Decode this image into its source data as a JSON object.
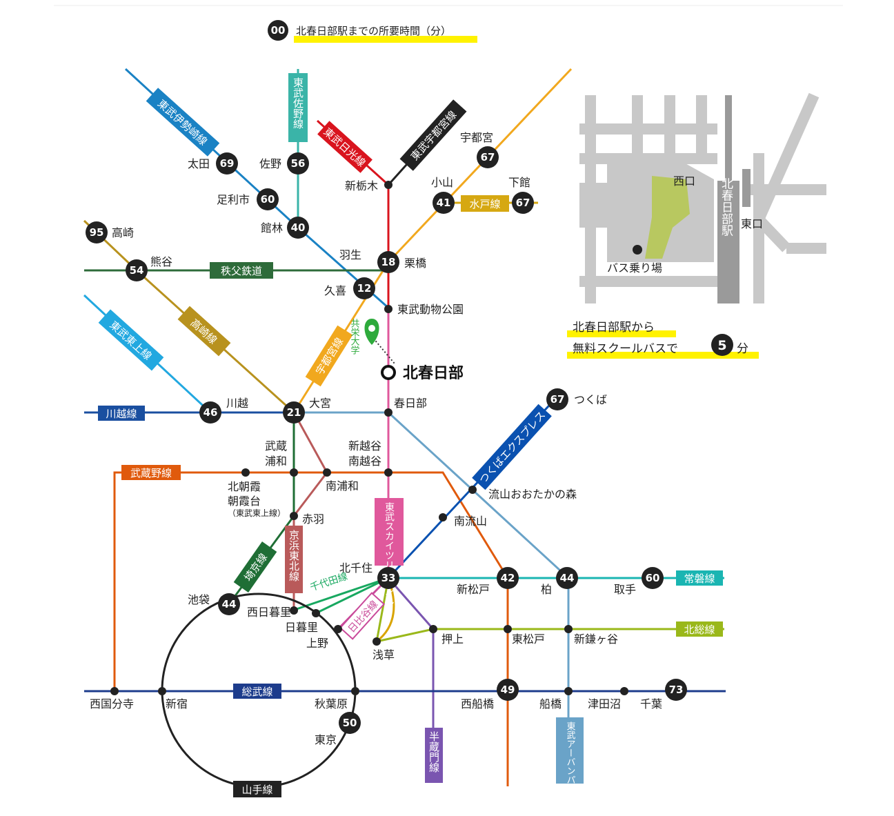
{
  "legend": {
    "badge": "00",
    "text": "北春日部駅までの所要時間（分）"
  },
  "destination": {
    "name": "北春日部",
    "university": "共栄大学"
  },
  "info": {
    "line1": "北春日部駅から",
    "line2_a": "無料スクールバスで",
    "minutes": "5",
    "line2_b": "分"
  },
  "inset": {
    "station_vertical": "北春日部駅",
    "west_exit": "西口",
    "east_exit": "東口",
    "bus_stop": "バス乗り場"
  },
  "colors": {
    "isesaki": "#1a82c4",
    "sano": "#3ab4a8",
    "nikko": "#d9141e",
    "utsunomiya": "#222222",
    "utsunomiya_jr": "#f1a81e",
    "mito": "#d6a812",
    "takasaki": "#b8921e",
    "chichibu": "#2e6b3a",
    "tojo": "#22a8e0",
    "kawagoe": "#1a4fa0",
    "musashino": "#e05a0c",
    "saikyo": "#1f6e35",
    "keihin": "#b95a5a",
    "skytree": "#e0589c",
    "tsukuba": "#0a51b0",
    "urban": "#6aa3c8",
    "joban": "#1ab5b2",
    "hokuso": "#9ab81a",
    "sobu": "#1d3c8c",
    "hanzomon": "#7a55b0",
    "hibiya": "#c94a9a",
    "chiyoda": "#18a860",
    "yamanote": "#222222",
    "ginza": "#d9a400",
    "dark_node": "#222222",
    "highlight": "#fff200",
    "inset_gray": "#c8c8c8",
    "inset_dark": "#9a9a9a",
    "inset_green": "#b8c860",
    "pin": "#2eaa3c"
  },
  "lines": {
    "isesaki": "東武伊勢崎線",
    "sano": "東武佐野線",
    "nikko": "東武日光線",
    "utsunomiya_tobu": "東武宇都宮線",
    "mito": "水戸線",
    "chichibu": "秩父鉄道",
    "takasaki": "高崎線",
    "tojo": "東武東上線",
    "utsunomiya_jr": "宇都宮線",
    "kawagoe": "川越線",
    "musashino": "武蔵野線",
    "saikyo": "埼京線",
    "keihin": "京浜東北線",
    "skytree": "東武スカイツリーライン",
    "tsukuba": "つくばエクスプレス",
    "chiyoda": "千代田線",
    "hibiya": "日比谷線",
    "joban": "常磐線",
    "hokuso": "北総線",
    "sobu": "総武線",
    "hanzomon": "半蔵門線",
    "urban": "東武アーバンパークライン",
    "yamanote": "山手線"
  },
  "stations": {
    "ota": {
      "name": "太田",
      "min": "69"
    },
    "sano": {
      "name": "佐野",
      "min": "56"
    },
    "ashikaga": {
      "name": "足利市",
      "min": "60"
    },
    "tatebayashi": {
      "name": "館林",
      "min": "40"
    },
    "takasaki": {
      "name": "高崎",
      "min": "95"
    },
    "kumagaya": {
      "name": "熊谷",
      "min": "54"
    },
    "hanyu": {
      "name": "羽生"
    },
    "kuki": {
      "name": "久喜",
      "min": "12"
    },
    "kurihashi": {
      "name": "栗橋",
      "min": "18"
    },
    "shintochigi": {
      "name": "新栃木"
    },
    "utsunomiya": {
      "name": "宇都宮",
      "min": "67"
    },
    "oyama": {
      "name": "小山",
      "min": "41"
    },
    "shimodate": {
      "name": "下館",
      "min": "67"
    },
    "dobutsu": {
      "name": "東武動物公園"
    },
    "kawagoe": {
      "name": "川越",
      "min": "46"
    },
    "omiya": {
      "name": "大宮",
      "min": "21"
    },
    "kasukabe": {
      "name": "春日部"
    },
    "musashiurawa_1": {
      "name": "武蔵"
    },
    "musashiurawa_2": {
      "name": "浦和"
    },
    "shinkoshigaya_1": {
      "name": "新越谷"
    },
    "shinkoshigaya_2": {
      "name": "南越谷"
    },
    "kitaasaka_1": {
      "name": "北朝霞"
    },
    "kitaasaka_2": {
      "name": "朝霞台"
    },
    "kitaasaka_3": {
      "name": "（東武東上線）"
    },
    "minamiurawa": {
      "name": "南浦和"
    },
    "akabane": {
      "name": "赤羽"
    },
    "tsukuba": {
      "name": "つくば",
      "min": "67"
    },
    "nagareyama": {
      "name": "流山おおたかの森"
    },
    "minaminagareyama": {
      "name": "南流山"
    },
    "kitasenju": {
      "name": "北千住",
      "min": "33"
    },
    "shinmatsudo": {
      "name": "新松戸",
      "min": "42"
    },
    "kashiwa": {
      "name": "柏",
      "min": "44"
    },
    "toride": {
      "name": "取手",
      "min": "60"
    },
    "ikebukuro": {
      "name": "池袋",
      "min": "44"
    },
    "nishinippori": {
      "name": "西日暮里"
    },
    "nippori": {
      "name": "日暮里"
    },
    "ueno": {
      "name": "上野"
    },
    "asakusa": {
      "name": "浅草"
    },
    "oshiage": {
      "name": "押上"
    },
    "higashimatsudo": {
      "name": "東松戸"
    },
    "shinkamagaya": {
      "name": "新鎌ヶ谷"
    },
    "nishikokubunji": {
      "name": "西国分寺"
    },
    "shinjuku": {
      "name": "新宿"
    },
    "akihabara": {
      "name": "秋葉原"
    },
    "tokyo": {
      "name": "東京",
      "min": "50"
    },
    "nishifunabashi": {
      "name": "西船橋",
      "min": "49"
    },
    "funabashi": {
      "name": "船橋"
    },
    "tsudanuma": {
      "name": "津田沼"
    },
    "chiba": {
      "name": "千葉",
      "min": "73"
    }
  }
}
